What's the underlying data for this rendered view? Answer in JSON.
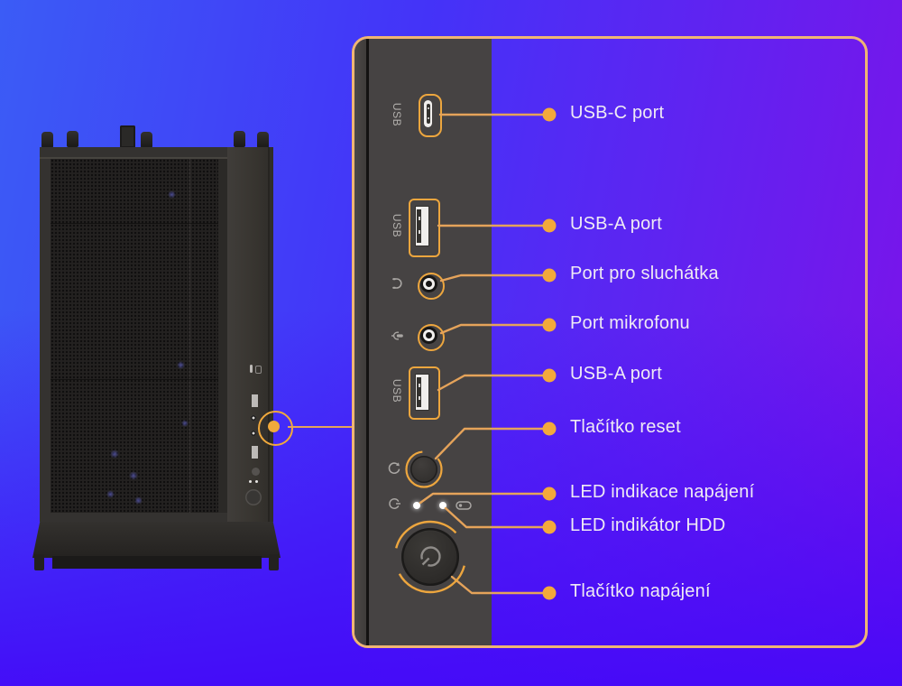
{
  "callouts": [
    {
      "label": "USB-C port"
    },
    {
      "label": "USB-A port"
    },
    {
      "label": "Port pro sluchátka"
    },
    {
      "label": "Port mikrofonu"
    },
    {
      "label": "USB-A port"
    },
    {
      "label": "Tlačítko reset"
    },
    {
      "label": "LED indikace napájení"
    },
    {
      "label": "LED indikátor HDD"
    },
    {
      "label": "Tlačítko napájení"
    }
  ],
  "port_labels": [
    "USB",
    "USB",
    "USB"
  ],
  "icons": [
    "usb-c-port-icon",
    "usb-a-port-icon",
    "headphones-icon",
    "microphone-icon",
    "reset-arrow-icon",
    "power-symbol-icon",
    "hdd-icon",
    "power-button-icon"
  ],
  "colors": {
    "background_top_left": "#3b5cf6",
    "background_top_right": "#7d12e9",
    "background_bottom": "#4508f6",
    "accent_orange": "#f3a93b",
    "callout_line": "#e5a35a",
    "callout_border": "#efb574",
    "port_outline": "#eda63e",
    "label_text": "#efeaf4",
    "panel_dark": "#464343",
    "led_white": "#ffffff"
  }
}
